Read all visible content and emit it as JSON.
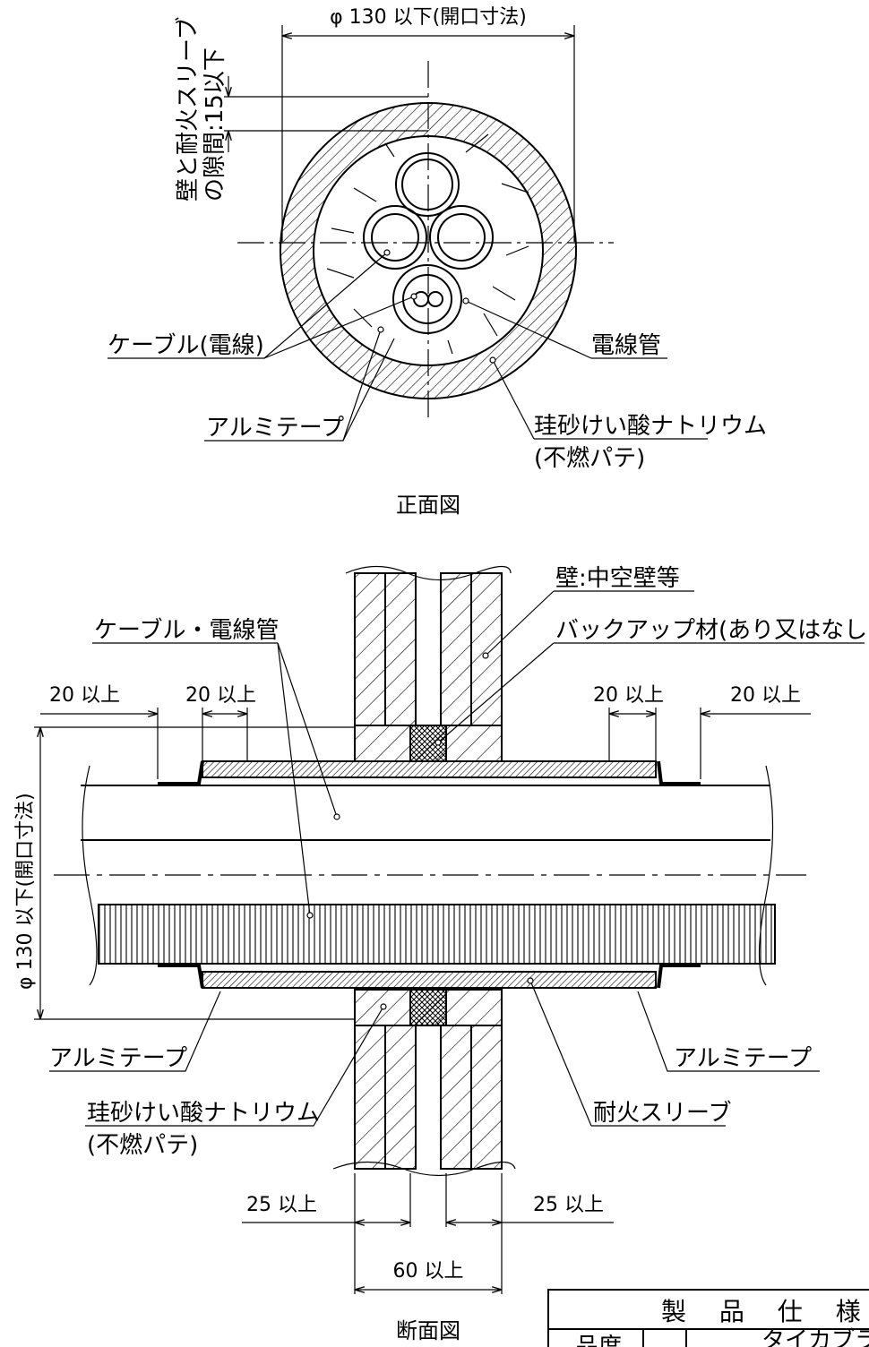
{
  "front_view": {
    "caption": "正面図",
    "dim_opening": "φ 130 以下(開口寸法)",
    "gap_label_line1": "壁と耐火スリーブ",
    "gap_label_line2": "の隙間:15以下",
    "label_cable": "ケーブル(電線)",
    "label_conduit": "電線管",
    "label_tape": "アルミテープ",
    "label_putty_line1": "珪砂けい酸ナトリウム",
    "label_putty_line2": "(不燃パテ)"
  },
  "section_view": {
    "caption": "断面図",
    "label_wall": "壁:中空壁等",
    "label_cable_conduit": "ケーブル・電線管",
    "label_backup": "バックアップ材(あり又はなし)",
    "dim_20_a": "20 以上",
    "dim_20_b": "20 以上",
    "dim_20_c": "20 以上",
    "dim_20_d": "20 以上",
    "dim_opening_vertical": "φ 130 以下(開口寸法)",
    "label_tape_left": "アルミテープ",
    "label_tape_right": "アルミテープ",
    "label_putty_line1": "珪砂けい酸ナトリウム",
    "label_putty_line2": "(不燃パテ)",
    "label_sleeve": "耐火スリーブ",
    "dim_25_left": "25 以上",
    "dim_25_right": "25 以上",
    "dim_60": "60 以上"
  },
  "title_block": {
    "heading": "製 品 仕 様",
    "row_label": "品度",
    "value_partial": "タイカブラ"
  }
}
